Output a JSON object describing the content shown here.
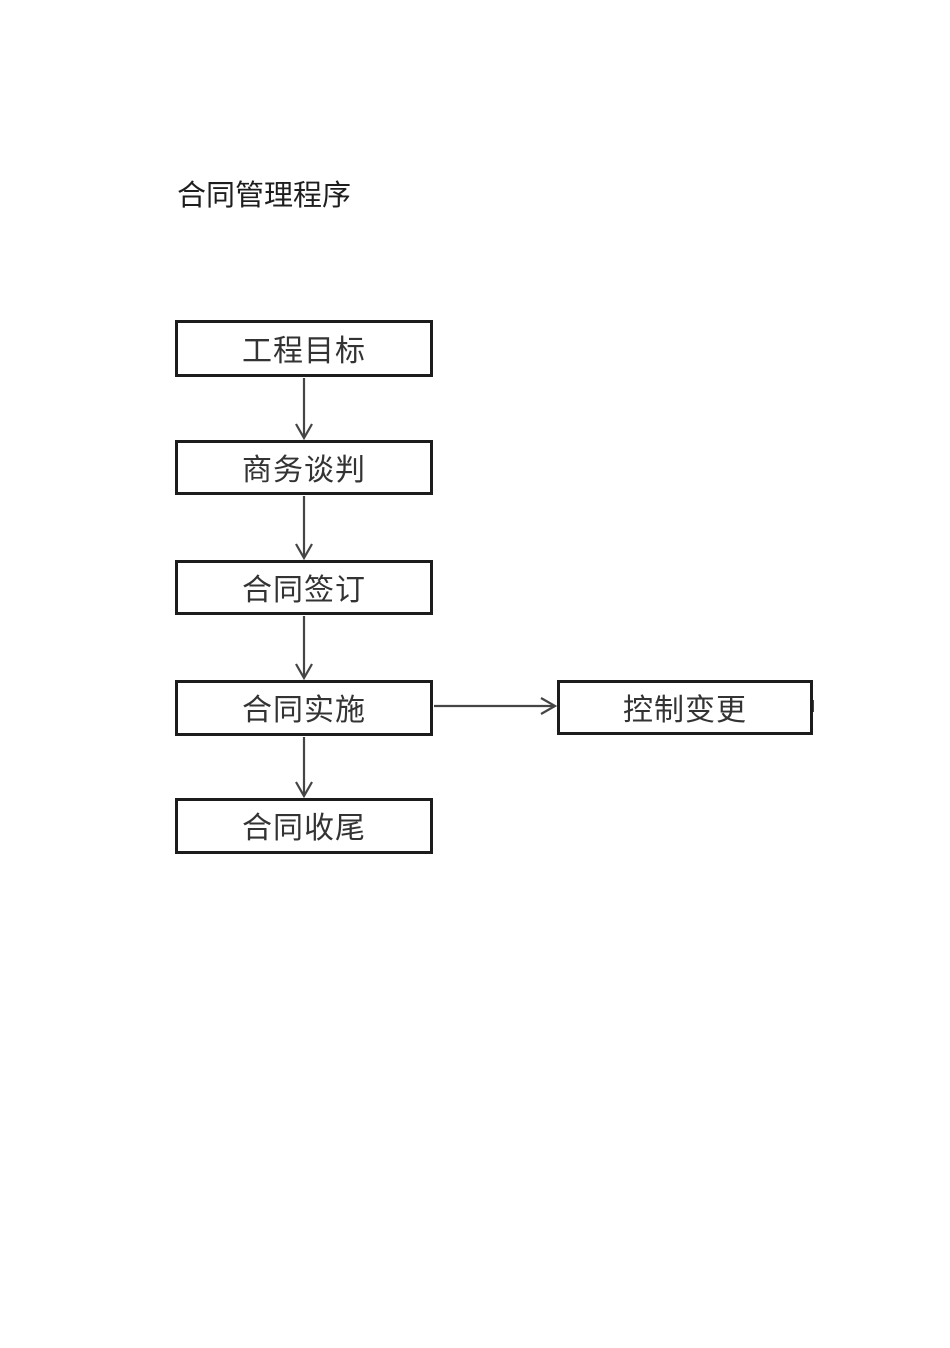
{
  "page": {
    "title_text": "合同管理程序",
    "background_color": "#ffffff"
  },
  "flowchart": {
    "nodes": [
      {
        "id": "project-goal",
        "label": "工程目标"
      },
      {
        "id": "business-negotiation",
        "label": "商务谈判"
      },
      {
        "id": "contract-signing",
        "label": "合同签订"
      },
      {
        "id": "contract-implementation",
        "label": "合同实施"
      },
      {
        "id": "contract-closeout",
        "label": "合同收尾"
      },
      {
        "id": "change-control",
        "label": "控制变更"
      }
    ],
    "edges": [
      {
        "from": "工程目标",
        "to": "商务谈判",
        "direction": "down"
      },
      {
        "from": "商务谈判",
        "to": "合同签订",
        "direction": "down"
      },
      {
        "from": "合同签订",
        "to": "合同实施",
        "direction": "down"
      },
      {
        "from": "合同实施",
        "to": "合同收尾",
        "direction": "down"
      },
      {
        "from": "合同实施",
        "to": "控制变更",
        "direction": "right"
      }
    ],
    "colors": {
      "page_bg": "#ffffff",
      "box_border": "#1c1c1c",
      "box_fill": "#ffffff",
      "text": "#333333",
      "arrow": "#454545"
    }
  }
}
